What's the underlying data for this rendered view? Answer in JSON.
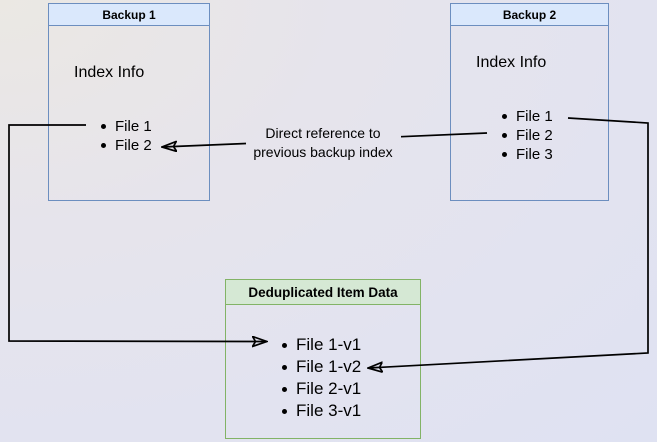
{
  "backup1": {
    "title": "Backup 1",
    "index_label": "Index Info",
    "items": [
      "File 1",
      "File 2"
    ]
  },
  "backup2": {
    "title": "Backup 2",
    "index_label": "Index Info",
    "items": [
      "File 1",
      "File 2",
      "File 3"
    ]
  },
  "dedup": {
    "title": "Deduplicated Item Data",
    "items": [
      "File 1-v1",
      "File 1-v2",
      "File 2-v1",
      "File 3-v1"
    ]
  },
  "edge_label": {
    "line1": "Direct reference to",
    "line2": "previous backup index"
  },
  "colors": {
    "blue_border": "#6c8ebf",
    "blue_header_fill": "#dae8fc",
    "green_border": "#82b366",
    "green_header_fill": "#d5e8d4",
    "arrow": "#000000",
    "text": "#000000"
  }
}
